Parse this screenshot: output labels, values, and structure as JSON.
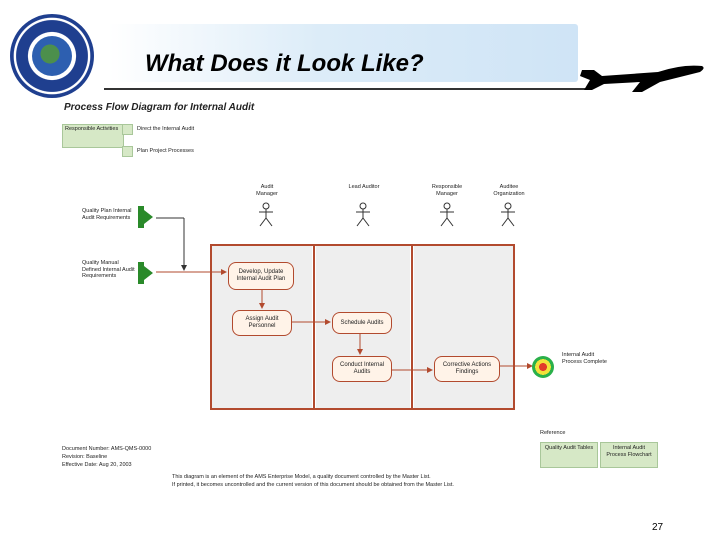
{
  "header": {
    "title": "What Does it Look Like?"
  },
  "diagram": {
    "title": "Process Flow Diagram for Internal Audit",
    "legend": [
      {
        "label": "Responsible Activities",
        "note": "Direct the Internal Audit"
      },
      {
        "label": "",
        "note": "Plan Project Processes"
      }
    ],
    "actors": [
      {
        "name": "Audit Manager"
      },
      {
        "name": "Lead Auditor"
      },
      {
        "name": "Responsible Manager"
      },
      {
        "name": "Auditee Organization"
      }
    ],
    "inputs": [
      {
        "label": "Quality Plan Internal Audit Requirements"
      },
      {
        "label": "Quality Manual Defined Internal Audit Requirements"
      }
    ],
    "activities": [
      {
        "label": "Develop, Update Internal Audit Plan"
      },
      {
        "label": "Assign Audit Personnel"
      },
      {
        "label": "Schedule Audits"
      },
      {
        "label": "Conduct Internal Audits"
      },
      {
        "label": "Corrective Actions Findings"
      }
    ],
    "end_state": {
      "label": "Internal Audit Process Complete"
    },
    "document_info": [
      "Document Number: AMS-QMS-0000",
      "Revision: Baseline",
      "Effective Date: Aug 20, 2003"
    ],
    "reference": {
      "title": "Reference",
      "items": [
        {
          "label": "Quality Audit Tables"
        },
        {
          "label": "Internal Audit Process Flowchart"
        }
      ]
    },
    "footer_note": [
      "This diagram is an element of the AMS Enterprise Model, a quality document controlled by the Master List.",
      "If printed, it becomes uncontrolled and the current version of this document should be obtained from the Master List."
    ]
  },
  "page_number": "27",
  "colors": {
    "lane": "#b24a2e",
    "node_fill": "#fff3e8",
    "green": "#d6e8c6",
    "banner": "#cfe4f6"
  }
}
